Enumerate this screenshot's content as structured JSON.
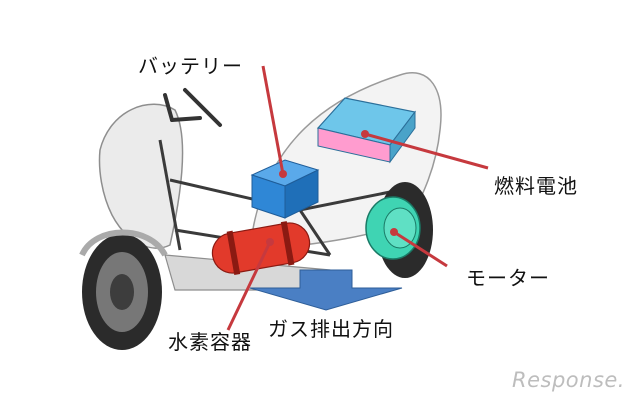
{
  "labels": {
    "battery": "バッテリー",
    "fuel_cell": "燃料電池",
    "motor": "モーター",
    "hydrogen_tank": "水素容器",
    "exhaust_direction": "ガス排出方向"
  },
  "watermark": "Response.",
  "colors": {
    "leader_line": "#c6393e",
    "battery_box": "#2f87d6",
    "motor": "#3fd4b3",
    "fuel_cell_box": "#6ec6ea",
    "tank": "#e23a2b",
    "arrow": "#4a7fc4"
  }
}
